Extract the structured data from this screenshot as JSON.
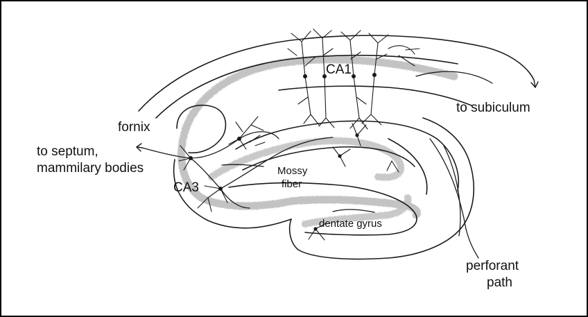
{
  "labels": {
    "ca1": "CA1",
    "to_subiculum": "to subiculum",
    "fornix": "fornix",
    "to_septum_line1": "to septum,",
    "to_septum_line2": "mammilary bodies",
    "mossy_line1": "Mossy",
    "mossy_line2": "fiber",
    "ca3": "CA3",
    "dentate_gyrus": "dentate gyrus",
    "perforant_line1": "perforant",
    "perforant_line2": "path"
  },
  "colors": {
    "ink": "#1a1a1a",
    "cell_layer": "#b9b9b9",
    "border": "#000000"
  }
}
